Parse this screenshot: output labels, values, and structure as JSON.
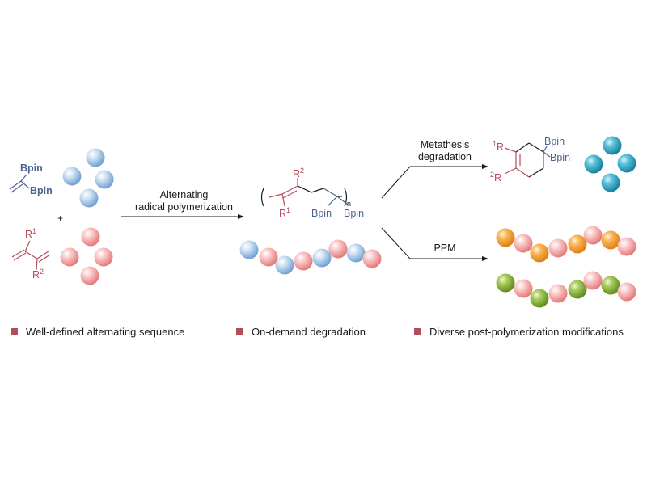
{
  "monomers": {
    "vinyl_boronate": {
      "bpin_top": "Bpin",
      "bpin_bottom": "Bpin"
    },
    "plus": "+",
    "diene": {
      "r1": "R",
      "r1_sup": "1",
      "r2": "R",
      "r2_sup": "2"
    }
  },
  "step1": {
    "line1": "Alternating",
    "line2": "radical polymerization"
  },
  "polymer": {
    "r2": "R",
    "r2_sup": "2",
    "r1": "R",
    "r1_sup": "1",
    "bpin1": "Bpin",
    "bpin2": "Bpin",
    "n": "n"
  },
  "branch_top": {
    "line1": "Metathesis",
    "line2": "degradation",
    "product": {
      "r1_sup": "1",
      "r1": "R",
      "r2_sup": "2",
      "r2": "R",
      "bpin1": "Bpin",
      "bpin2": "Bpin"
    }
  },
  "branch_bottom": {
    "label": "PPM"
  },
  "features": [
    "Well-defined alternating sequence",
    "On-demand degradation",
    "Diverse post-polymerization modifications"
  ],
  "colors": {
    "blue_group": "#4a6490",
    "red_group": "#b84a5c",
    "bullet": "#b0505f",
    "sphere_blue": "#9cc3e8",
    "sphere_pink": "#f2a6a6",
    "sphere_teal": "#3fa9c4",
    "sphere_orange": "#f5a23a",
    "sphere_green": "#8cb43c"
  }
}
